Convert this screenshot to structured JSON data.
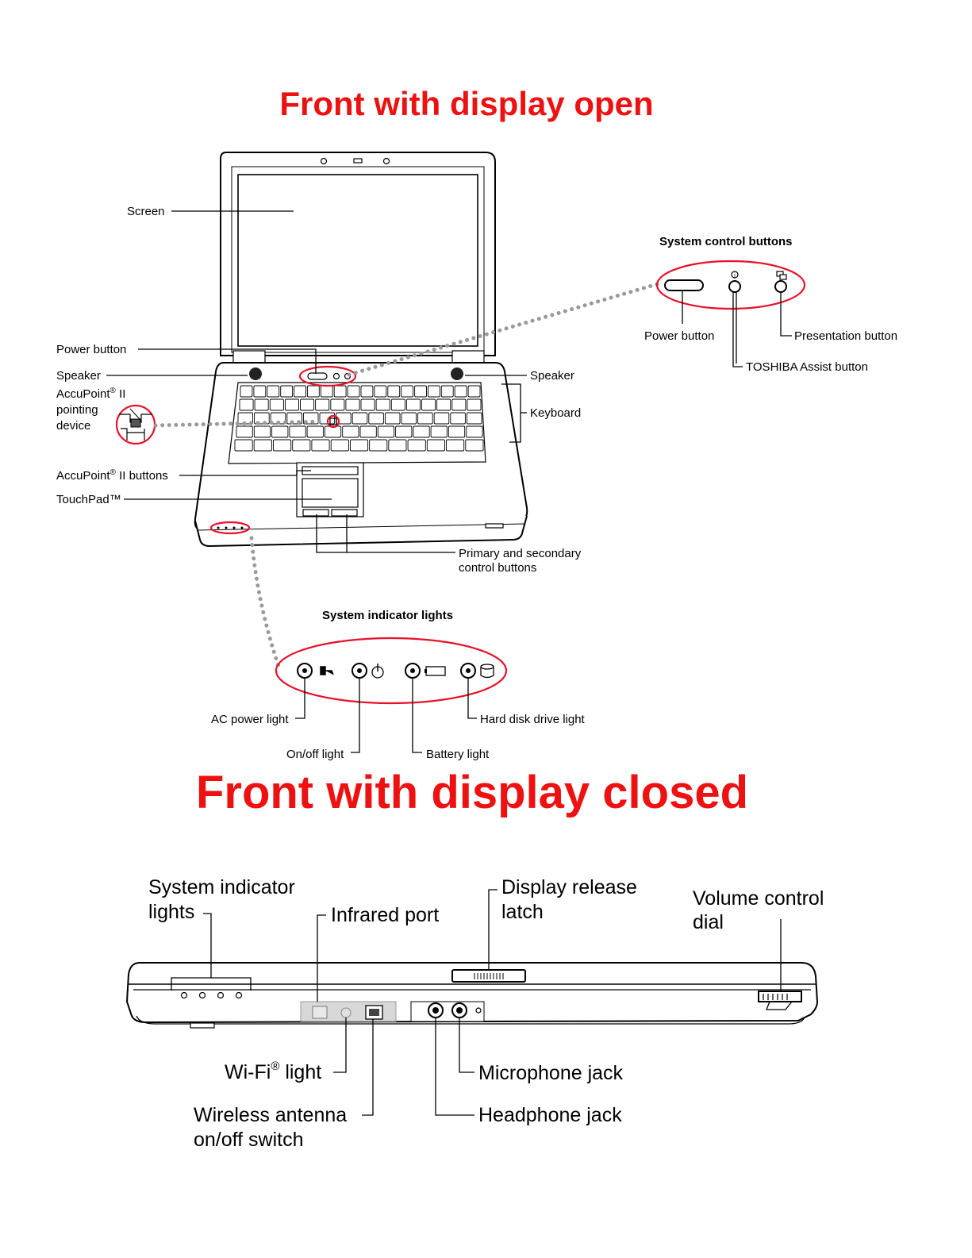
{
  "titles": {
    "open": "Front with display open",
    "closed": "Front with display closed"
  },
  "colors": {
    "title": "#ee1111",
    "highlight": "#e8102a",
    "leader_dots": "#9a9a9a"
  },
  "open_view": {
    "labels": {
      "screen": "Screen",
      "power_button": "Power button",
      "speaker_left": "Speaker",
      "speaker_right": "Speaker",
      "accupoint_prefix": "AccuPoint",
      "accupoint_reg": "®",
      "accupoint_suffix": " II",
      "pointing": "pointing",
      "device": "device",
      "accupoint_buttons_prefix": "AccuPoint",
      "accupoint_buttons_reg": "®",
      "accupoint_buttons_suffix": " II buttons",
      "touchpad": "TouchPad™",
      "keyboard": "Keyboard",
      "primary_secondary_1": "Primary and secondary",
      "primary_secondary_2": "control buttons"
    },
    "system_control_buttons": {
      "heading": "System control buttons",
      "power_button": "Power button",
      "presentation_button": "Presentation button",
      "toshiba_assist_button": "TOSHIBA Assist button"
    },
    "system_indicator_lights": {
      "heading": "System indicator lights",
      "ac_power_light": "AC power light",
      "on_off_light": "On/off light",
      "battery_light": "Battery light",
      "hard_disk_drive_light": "Hard disk drive light"
    }
  },
  "closed_view": {
    "labels": {
      "system_indicator_1": "System indicator",
      "system_indicator_2": "lights",
      "infrared_port": "Infrared port",
      "display_release_1": "Display release",
      "display_release_2": "latch",
      "volume_control_1": "Volume control",
      "volume_control_2": "dial",
      "wifi_prefix": "Wi-Fi",
      "wifi_reg": "®",
      "wifi_suffix": " light",
      "wireless_1": "Wireless antenna",
      "wireless_2": "on/off switch",
      "microphone_jack": "Microphone jack",
      "headphone_jack": "Headphone jack"
    }
  }
}
